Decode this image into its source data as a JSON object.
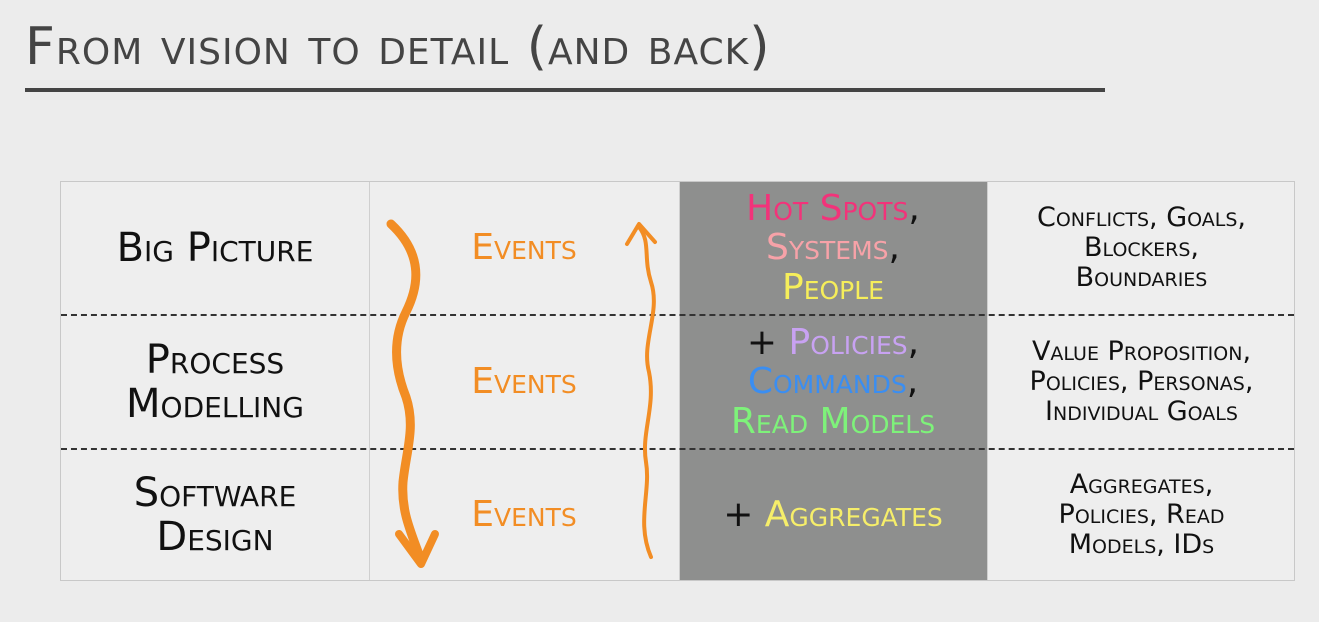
{
  "title": "From vision to detail (and back)",
  "rows": [
    {
      "level": "Big Picture",
      "events": "Events",
      "elements": [
        {
          "text": "Hot Spots",
          "color": "#f2337a"
        },
        {
          "text": ",",
          "color": "#111111"
        },
        {
          "text": "Systems",
          "color": "#f7a2a8"
        },
        {
          "text": ",",
          "color": "#111111"
        },
        {
          "text": "People",
          "color": "#f6ee5a"
        }
      ],
      "outcomes": [
        "Conflicts, Goals,",
        "Blockers,",
        "Boundaries"
      ]
    },
    {
      "level": "Process Modelling",
      "events": "Events",
      "elements": [
        {
          "text": "+ ",
          "color": "#111111"
        },
        {
          "text": "Policies",
          "color": "#c8a2f2"
        },
        {
          "text": ",",
          "color": "#111111"
        },
        {
          "text": "Commands",
          "color": "#3a8ef2"
        },
        {
          "text": ",",
          "color": "#111111"
        },
        {
          "text": "Read Models",
          "color": "#7ef27a"
        }
      ],
      "outcomes": [
        "Value Proposition,",
        "Policies, Personas,",
        "Individual Goals"
      ]
    },
    {
      "level": "Software Design",
      "events": "Events",
      "elements": [
        {
          "text": "+ ",
          "color": "#111111"
        },
        {
          "text": "Aggregates",
          "color": "#f6ee6a"
        }
      ],
      "outcomes": [
        "Aggregates,",
        "Policies, Read",
        "Models, IDs"
      ]
    }
  ],
  "colors": {
    "arrow": "#f28d24",
    "grey_column": "#8e8f8e",
    "background": "#ececec"
  }
}
